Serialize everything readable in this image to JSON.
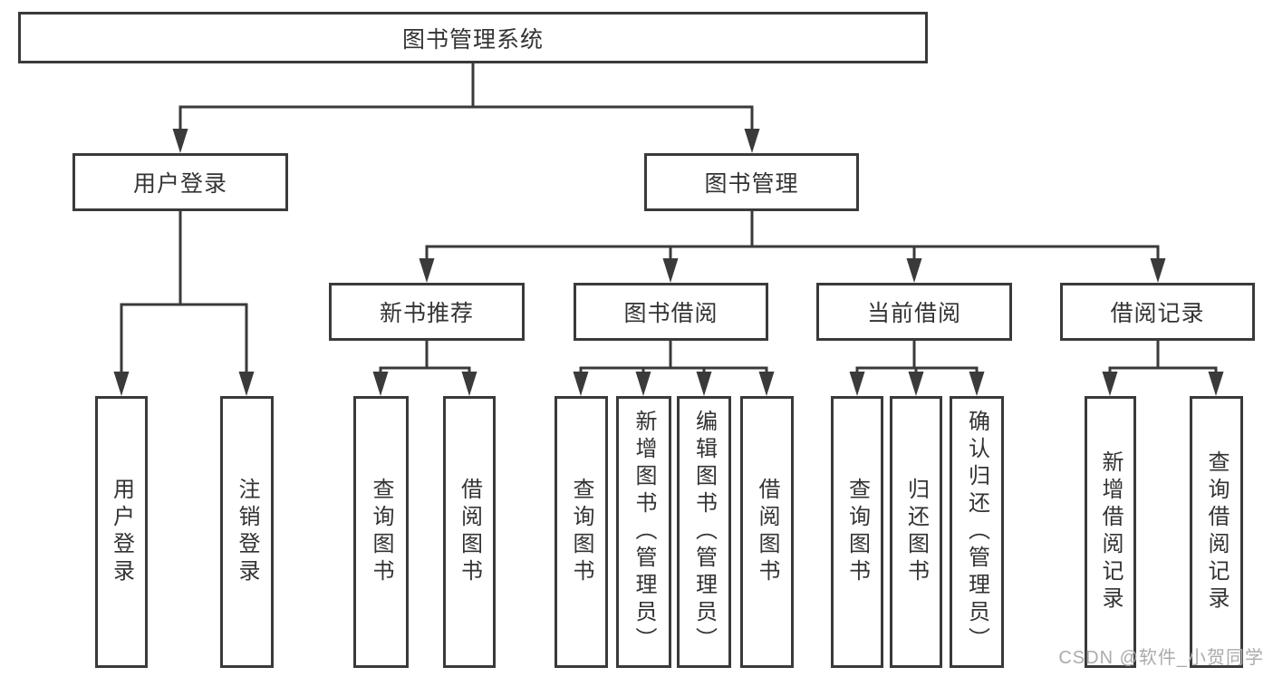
{
  "page": {
    "background": "#ffffff"
  },
  "diagram": {
    "type": "hierarchy",
    "root": {
      "label": "图书管理系统",
      "children": [
        {
          "label": "用户登录",
          "children": [
            {
              "label": "用户登录"
            },
            {
              "label": "注销登录"
            }
          ]
        },
        {
          "label": "图书管理",
          "children": [
            {
              "label": "新书推荐",
              "children": [
                {
                  "label": "查询图书"
                },
                {
                  "label": "借阅图书"
                }
              ]
            },
            {
              "label": "图书借阅",
              "children": [
                {
                  "label": "查询图书"
                },
                {
                  "label": "新增图书（管理员）"
                },
                {
                  "label": "编辑图书（管理员）"
                },
                {
                  "label": "借阅图书"
                }
              ]
            },
            {
              "label": "当前借阅",
              "children": [
                {
                  "label": "查询图书"
                },
                {
                  "label": "归还图书"
                },
                {
                  "label": "确认归还（管理员）"
                }
              ]
            },
            {
              "label": "借阅记录",
              "children": [
                {
                  "label": "新增借阅记录"
                },
                {
                  "label": "查询借阅记录"
                }
              ]
            }
          ]
        }
      ]
    },
    "colors": {
      "line": "#3a3a3a",
      "text": "#333333",
      "box_fill": "#ffffff"
    }
  },
  "watermark": {
    "text": "CSDN @软件_小贺同学",
    "color": "#ababab"
  }
}
